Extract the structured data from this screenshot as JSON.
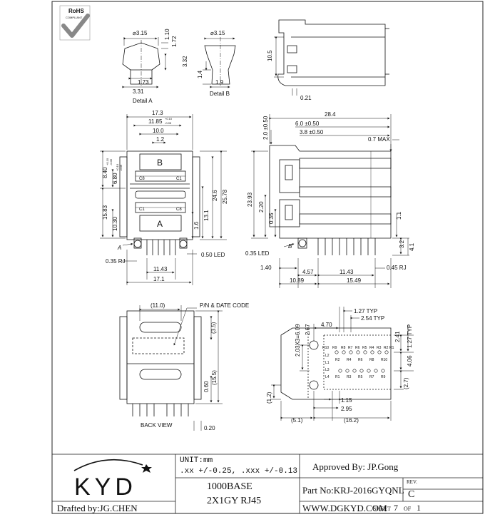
{
  "rohs": {
    "label": "RoHS",
    "sub": "COMPLIANT"
  },
  "detail_a": {
    "title": "Detail A",
    "d_top": "⌀3.15",
    "d110": "1.10",
    "d172": "1.72",
    "d332": "3.32",
    "d173": "1.73",
    "d331": "3.31"
  },
  "detail_b": {
    "title": "Detail B",
    "d_top": "⌀3.15",
    "d14": "1.4",
    "d19": "1.9"
  },
  "side_top": {
    "d105": "10.5",
    "d021": "0.21"
  },
  "front": {
    "d173": "17.3",
    "d1185": "11.85",
    "d1185_tol_up": "+0.10",
    "d1185_tol_dn": "-0.05",
    "d100": "10.0",
    "d12": "1.2",
    "d840": "8.40",
    "d840_tol_up": "+0.10",
    "d840_tol_dn": "-0.05",
    "d680": "6.80",
    "d680_tol_up": "+0.10",
    "d680_tol_dn": "-0.05",
    "d1583": "15.83",
    "d1030": "10.30",
    "d246": "24.6",
    "d2578": "25.78",
    "d131": "13.1",
    "d16": "1.6",
    "port_b": "B",
    "port_a": "A",
    "c8": "C8",
    "c1": "C1",
    "label_a": "A",
    "d050led": "0.50 LED",
    "d035rj": "0.35 RJ",
    "d1143": "11.43",
    "d171": "17.1"
  },
  "side": {
    "d284": "28.4",
    "d20": "2.0 ±0.50",
    "d60": "6.0 ±0.50",
    "d38": "3.8 ±0.50",
    "d07max": "0.7 MAX",
    "d2393": "23.93",
    "d220": "2.20",
    "d035": "0.35",
    "d11": "1.1",
    "d32": "3.2",
    "d41": "4.1",
    "d035led": "0.35 LED",
    "label_b": "B",
    "d140": "1.40",
    "d457": "4.57",
    "d1143": "11.43",
    "d045rj": "0.45 RJ",
    "d1089": "10.89",
    "d1549": "15.49"
  },
  "back": {
    "d110p": "(11.0)",
    "pn": "P/N & DATE CODE",
    "d35p": "(3.5)",
    "d155p": "(15.5)",
    "d060": "0.60",
    "title": "BACK VIEW",
    "d020": "0.20"
  },
  "pcb": {
    "d127typ": "1.27 TYP",
    "d254typ": "2.54 TYP",
    "d470": "4.70",
    "d609": "2.03X3=6.09",
    "d267": "2.67",
    "d241": "2.41",
    "d127typ_v": "1.27 TYP",
    "d406": "4.06",
    "d27p": "(2.7)",
    "d12p": "(1.2)",
    "d115": "1.15",
    "d295": "2.95",
    "d51p": "(5.1)",
    "d162p": "(16.2)",
    "pins_top": [
      "R10",
      "R9",
      "R8",
      "R7",
      "R6",
      "R5",
      "R4",
      "R3",
      "R2",
      "R1"
    ],
    "r_row1": [
      "R2",
      "R4",
      "R6",
      "R8",
      "R10"
    ],
    "r_row2": [
      "R1",
      "R3",
      "R5",
      "R7",
      "R9"
    ],
    "l_row": [
      "L2",
      "L1",
      "L3",
      "L4"
    ]
  },
  "title_block": {
    "logo": "KYD",
    "unit": "UNIT:mm",
    "tol": ".xx   +/-0.25,   .xxx  +/-0.13",
    "approved": "Approved By: JP.Gong",
    "rev_label": "REV.",
    "rev": "C",
    "part_no": "Part No:KRJ-2016GYQNL",
    "desc1": "1000BASE",
    "desc2": "2X1GY RJ45",
    "drafted": "Drafted by:JG.CHEN",
    "website": "WWW.DGKYD.COM",
    "sheet_label": "SHEET",
    "sheet_no": "7",
    "of_label": "OF",
    "sheet_total": "1"
  }
}
